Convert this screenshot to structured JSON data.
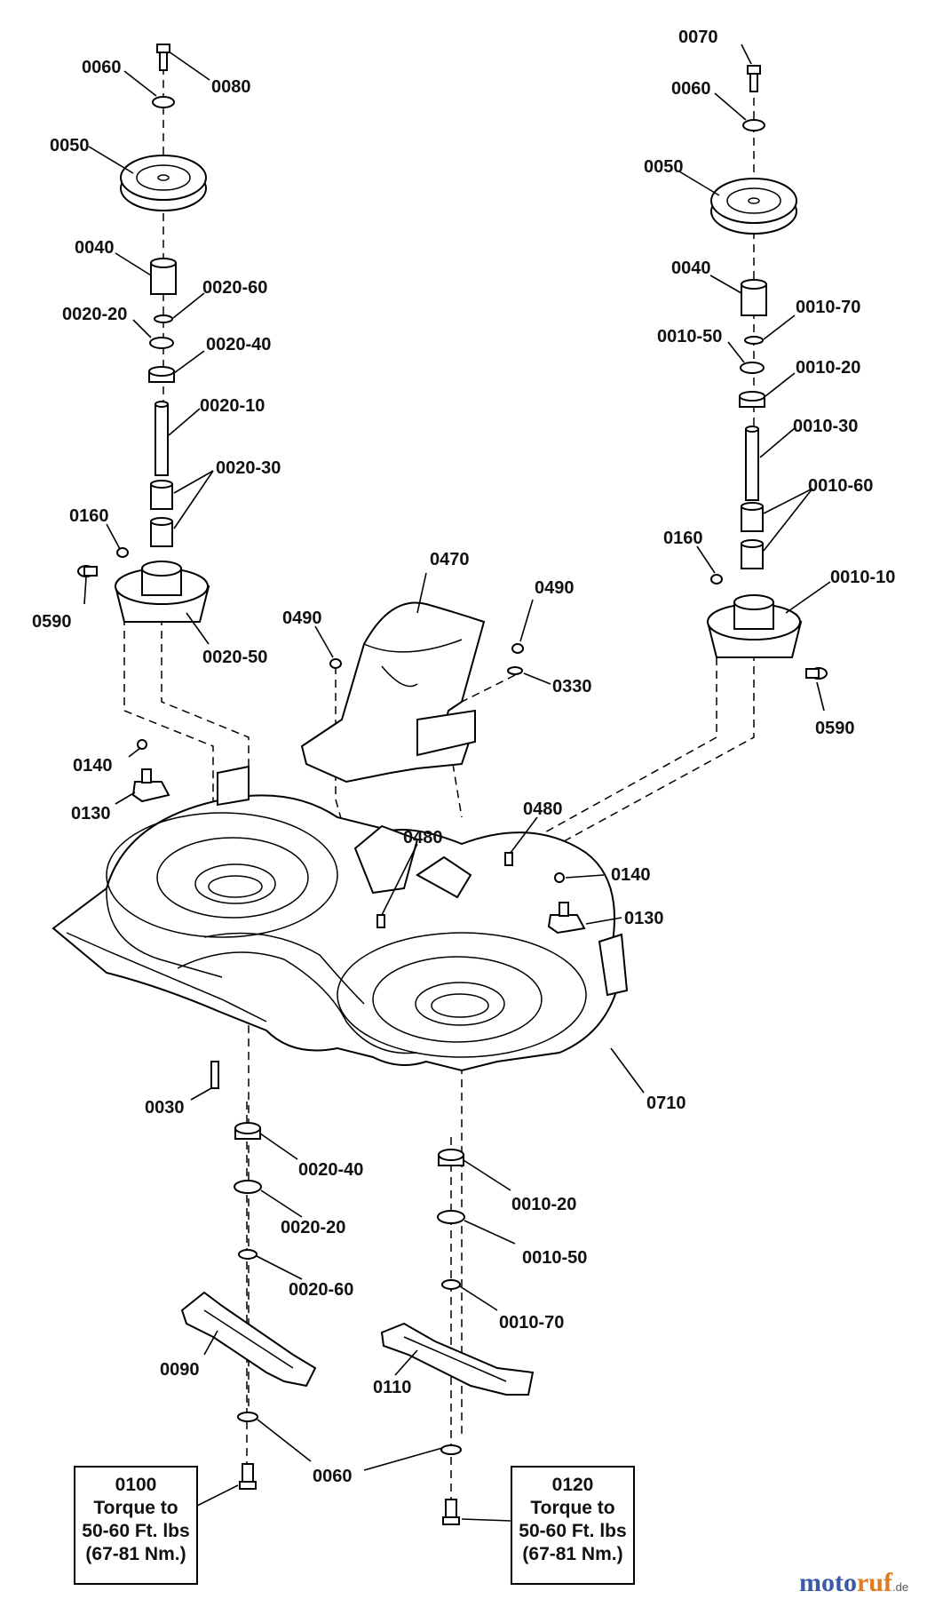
{
  "labels": {
    "l_0060_tl": "0060",
    "l_0080": "0080",
    "l_0050_l": "0050",
    "l_0040_l": "0040",
    "l_0020_60_t": "0020-60",
    "l_0020_20_t": "0020-20",
    "l_0020_40_t": "0020-40",
    "l_0020_10": "0020-10",
    "l_0020_30": "0020-30",
    "l_0160_l": "0160",
    "l_0590_l": "0590",
    "l_0020_50": "0020-50",
    "l_0070": "0070",
    "l_0060_tr": "0060",
    "l_0050_r": "0050",
    "l_0040_r": "0040",
    "l_0010_70_t": "0010-70",
    "l_0010_50_t": "0010-50",
    "l_0010_20_t": "0010-20",
    "l_0010_30": "0010-30",
    "l_0010_60": "0010-60",
    "l_0160_r": "0160",
    "l_0010_10": "0010-10",
    "l_0590_r": "0590",
    "l_0470": "0470",
    "l_0490_l": "0490",
    "l_0490_r": "0490",
    "l_0330": "0330",
    "l_0140_l": "0140",
    "l_0130_l": "0130",
    "l_0480_c": "0480",
    "l_0480_r": "0480",
    "l_0140_r": "0140",
    "l_0130_r": "0130",
    "l_0030": "0030",
    "l_0710": "0710",
    "l_0020_40_b": "0020-40",
    "l_0020_20_b": "0020-20",
    "l_0020_60_b": "0020-60",
    "l_0010_20_b": "0010-20",
    "l_0010_50_b": "0010-50",
    "l_0010_70_b": "0010-70",
    "l_0090": "0090",
    "l_0110": "0110",
    "l_0060_b": "0060"
  },
  "boxes": {
    "left": {
      "line1": "0100",
      "line2": "Torque to",
      "line3": "50-60 Ft. lbs",
      "line4": "(67-81 Nm.)"
    },
    "right": {
      "line1": "0120",
      "line2": "Torque to",
      "line3": "50-60 Ft. lbs",
      "line4": "(67-81 Nm.)"
    }
  },
  "watermark": {
    "part1": "moto",
    "part2": "ruf",
    "part3": ".de"
  },
  "colors": {
    "line": "#000000",
    "watermark_blue": "#3b5aa6",
    "watermark_orange": "#e07b1f"
  }
}
